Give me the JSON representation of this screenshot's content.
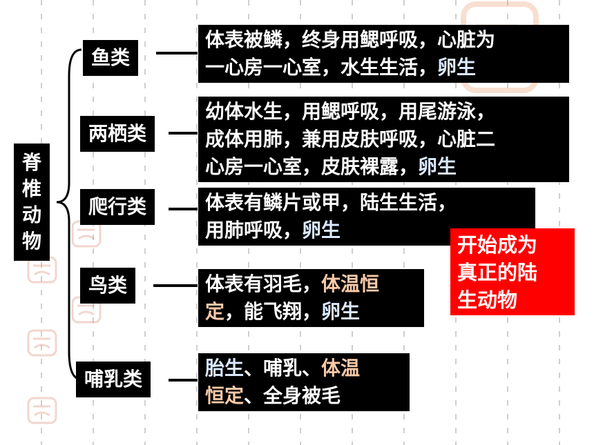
{
  "root": {
    "chars": [
      "脊",
      "椎",
      "动",
      "物"
    ]
  },
  "categories": [
    {
      "label": "鱼类",
      "lines": [
        [
          {
            "t": "体表被鳞，终身用鳃呼吸，心脏为",
            "c": ""
          }
        ],
        [
          {
            "t": "一心房一心室，水生生活，",
            "c": ""
          },
          {
            "t": "卵生",
            "c": "hl-blue"
          }
        ]
      ]
    },
    {
      "label": "两栖类",
      "lines": [
        [
          {
            "t": "幼体水生，用鳃呼吸，用尾游泳，",
            "c": ""
          }
        ],
        [
          {
            "t": "成体用肺，兼用皮肤呼吸，心脏二",
            "c": ""
          }
        ],
        [
          {
            "t": "心房一心室，皮肤裸露，",
            "c": ""
          },
          {
            "t": "卵生",
            "c": "hl-blue"
          }
        ]
      ]
    },
    {
      "label": "爬行类",
      "lines": [
        [
          {
            "t": "体表有鳞片或甲，陆生生活，",
            "c": ""
          }
        ],
        [
          {
            "t": "用肺呼吸，",
            "c": ""
          },
          {
            "t": "卵生",
            "c": "hl-blue"
          }
        ]
      ]
    },
    {
      "label": "鸟类",
      "lines": [
        [
          {
            "t": "体表有羽毛，",
            "c": ""
          },
          {
            "t": "体温恒",
            "c": "hl-peach"
          }
        ],
        [
          {
            "t": "定",
            "c": "hl-peach"
          },
          {
            "t": "，能飞翔，",
            "c": ""
          },
          {
            "t": "卵生",
            "c": "hl-blue"
          }
        ]
      ]
    },
    {
      "label": "哺乳类",
      "lines": [
        [
          {
            "t": "胎生",
            "c": "hl-blue"
          },
          {
            "t": "、哺乳、",
            "c": ""
          },
          {
            "t": "体温",
            "c": "hl-peach"
          }
        ],
        [
          {
            "t": "恒定",
            "c": "hl-peach"
          },
          {
            "t": "、全身被毛",
            "c": ""
          }
        ]
      ]
    }
  ],
  "note": {
    "text": "开始成为\n真正的陆\n生动物"
  },
  "colors": {
    "box": "#000000",
    "note": "#ff0000",
    "highlight_blue": "#dbe9ff",
    "highlight_peach": "#f7c9a8"
  }
}
